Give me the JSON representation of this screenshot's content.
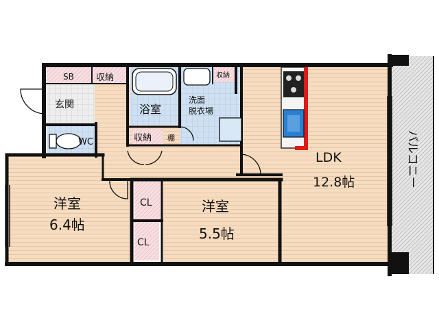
{
  "rooms": {
    "ldk": {
      "name": "LDK",
      "size": "12.8帖"
    },
    "western1": {
      "name": "洋室",
      "size": "6.4帖"
    },
    "western2": {
      "name": "洋室",
      "size": "5.5帖"
    },
    "bath": "浴室",
    "washroom_line1": "洗面",
    "washroom_line2": "脱衣場",
    "entrance": "玄関",
    "wc": "WC",
    "shoe_box": "SB",
    "storage_top": "収納",
    "storage_mid": "収納",
    "storage_wash": "収納",
    "shelf": "棚",
    "closet1": "CL",
    "closet2": "CL",
    "balcony": "バルコニー"
  },
  "colors": {
    "wall": "#111111",
    "floor_wood": "#f6dcc0",
    "floor_tile": "#cfe0f2",
    "closet": "#f7dfe2",
    "balcony": "#e3e3e3",
    "kitchen_accent": "#e01919",
    "sink_blue": "#2a7fd1"
  }
}
